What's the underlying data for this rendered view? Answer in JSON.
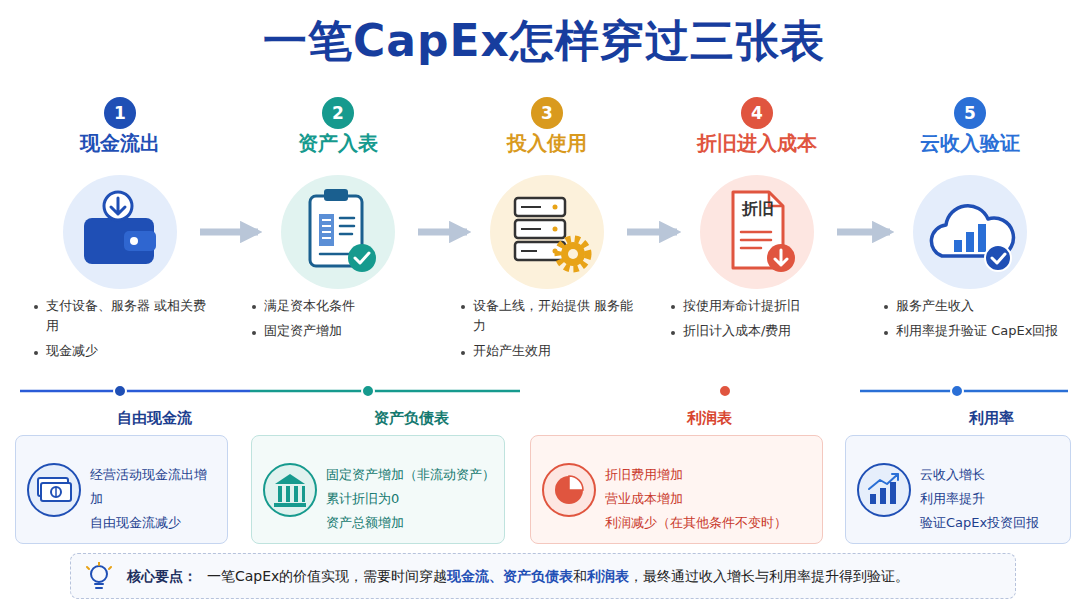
{
  "diagram": {
    "title": "一笔CapEx怎样穿过三张表",
    "nodes": [
      {
        "text": [
          "1"
        ]
      },
      {
        "text": [
          "现金流出",
          "支付设备、服务器 或相关费用",
          "现金减少"
        ]
      },
      {
        "text": [
          "2"
        ]
      },
      {
        "text": [
          "资产入表",
          "满足资本化条件",
          "固定资产增加"
        ]
      },
      {
        "text": [
          "3"
        ]
      },
      {
        "text": [
          "投入使用",
          "设备上线，开始提供 服务能力",
          "开始产生效用"
        ]
      },
      {
        "text": [
          "4"
        ]
      },
      {
        "text": [
          "折旧进入成本",
          "按使用寿命计提折旧",
          "折旧计入成本/费用"
        ]
      },
      {
        "text": [
          "5"
        ]
      },
      {
        "text": [
          "云收入验证",
          "服务产生收入",
          "利用率提升验证 CapEx回报"
        ]
      },
      {
        "text": [
          "自由现金流",
          "经营活动现金流出增加",
          "自由现金流减少"
        ]
      },
      {
        "text": [
          "资产负债表",
          "固定资产增加（非流动资产）",
          "累计折旧为0",
          "资产总额增加"
        ]
      },
      {
        "text": [
          "利润表",
          "折旧费用增加",
          "营业成本增加",
          "利润减少（在其他条件不变时）"
        ]
      },
      {
        "text": [
          "利用率",
          "云收入增长",
          "利用率提升",
          "验证CapEx投资回报"
        ]
      },
      {
        "text": [
          "核心要点：",
          "一笔CapEx的价值实现，需要时间穿越",
          "现金流、资产负债表",
          "和",
          "利润表",
          "，最终通过收入增长与利用率提升得到验证。"
        ]
      }
    ],
    "edges": [
      {
        "from": 1,
        "to": 3,
        "arrow": "to"
      },
      {
        "from": 3,
        "to": 5,
        "arrow": "to"
      },
      {
        "from": 5,
        "to": 7,
        "arrow": "to"
      },
      {
        "from": 7,
        "to": 9,
        "arrow": "to"
      }
    ],
    "labels": [
      "折旧"
    ]
  }
}
